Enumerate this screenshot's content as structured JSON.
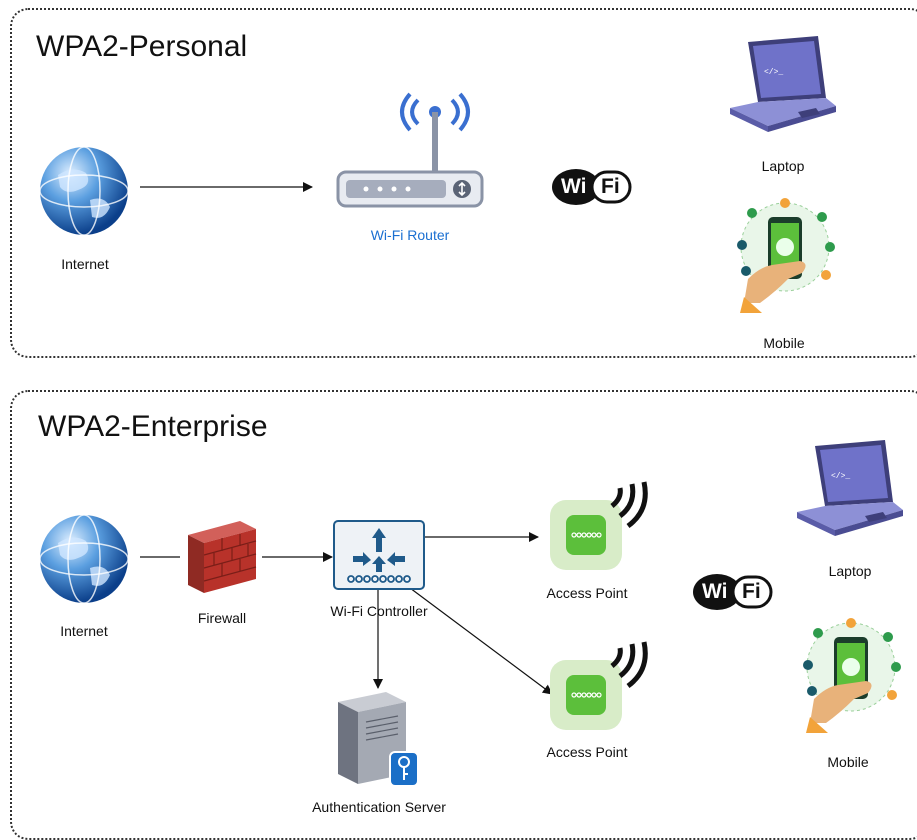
{
  "sections": {
    "personal": {
      "title": "WPA2-Personal",
      "labels": {
        "internet": "Internet",
        "router": "Wi-Fi Router",
        "wifi_left": "Wi",
        "wifi_right": "Fi",
        "laptop": "Laptop",
        "mobile": "Mobile"
      }
    },
    "enterprise": {
      "title": "WPA2-Enterprise",
      "labels": {
        "internet": "Internet",
        "firewall": "Firewall",
        "controller": "Wi-Fi Controller",
        "access_point_1": "Access Point",
        "access_point_2": "Access Point",
        "auth_server": "Authentication Server",
        "wifi_left": "Wi",
        "wifi_right": "Fi",
        "laptop": "Laptop",
        "mobile": "Mobile"
      }
    }
  },
  "colors": {
    "router_label": "#1a6fd1",
    "controller_blue": "#1f5a8a",
    "access_point_green": "#5cbf3b",
    "firewall_red": "#b8322a",
    "laptop_purple": "#6f72c9"
  },
  "icons": [
    "globe-icon",
    "router-icon",
    "wifi-logo-icon",
    "laptop-icon",
    "mobile-icon",
    "firewall-icon",
    "controller-icon",
    "access-point-icon",
    "server-icon"
  ]
}
